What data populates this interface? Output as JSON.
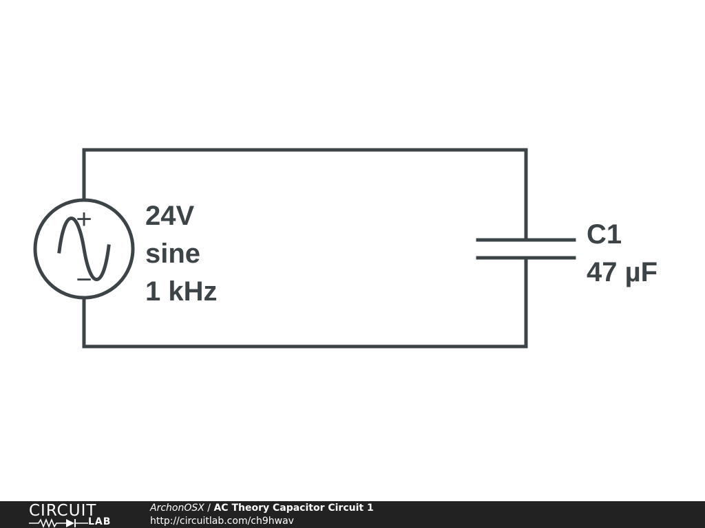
{
  "colors": {
    "wire": "#3d4448",
    "label": "#3d4448",
    "background": "#ffffff",
    "footer_bg": "#222222",
    "footer_text": "#ffffff"
  },
  "source": {
    "ref": "",
    "voltage": "24V",
    "waveform": "sine",
    "frequency": "1 kHz",
    "plus_sign": "+",
    "minus_sign": "−",
    "icon": "ac-voltage-source-icon"
  },
  "capacitor": {
    "ref": "C1",
    "value": "47 µF",
    "icon": "capacitor-icon"
  },
  "footer": {
    "logo_top": "CIRCUIT",
    "logo_bottom": "LAB",
    "author": "ArchonOSX",
    "separator": " / ",
    "title": "AC Theory Capacitor Circuit 1",
    "url": "http://circuitlab.com/ch9hwav"
  }
}
